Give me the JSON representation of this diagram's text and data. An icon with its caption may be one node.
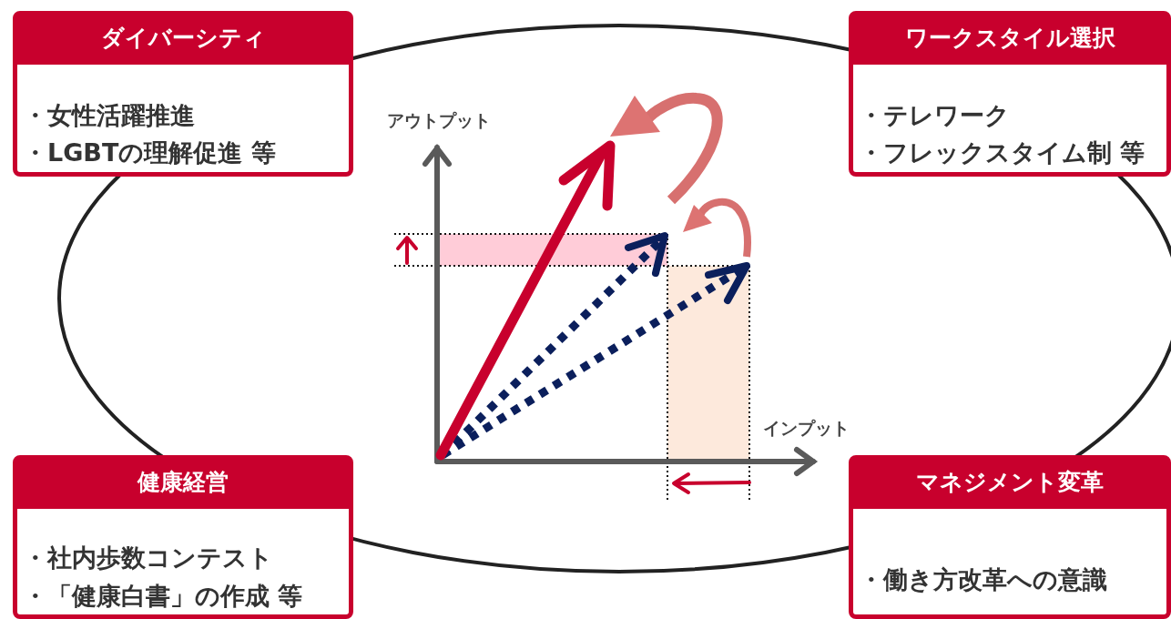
{
  "diagram": {
    "nodes": [
      {
        "text": [
          "ダイバーシティ",
          "・女性活躍推進",
          "・LGBTの理解促進 等"
        ]
      },
      {
        "text": [
          "ワークスタイル選択",
          "・テレワーク",
          "・フレックスタイム制 等"
        ]
      },
      {
        "text": [
          "健康経営",
          "・社内歩数コンテスト",
          "・「健康白書」の作成 等"
        ]
      },
      {
        "text": [
          "マネジメント変革",
          "・働き方改革への意識"
        ]
      }
    ],
    "edges": [],
    "labels": [
      "アウトプット",
      "インプット"
    ]
  }
}
